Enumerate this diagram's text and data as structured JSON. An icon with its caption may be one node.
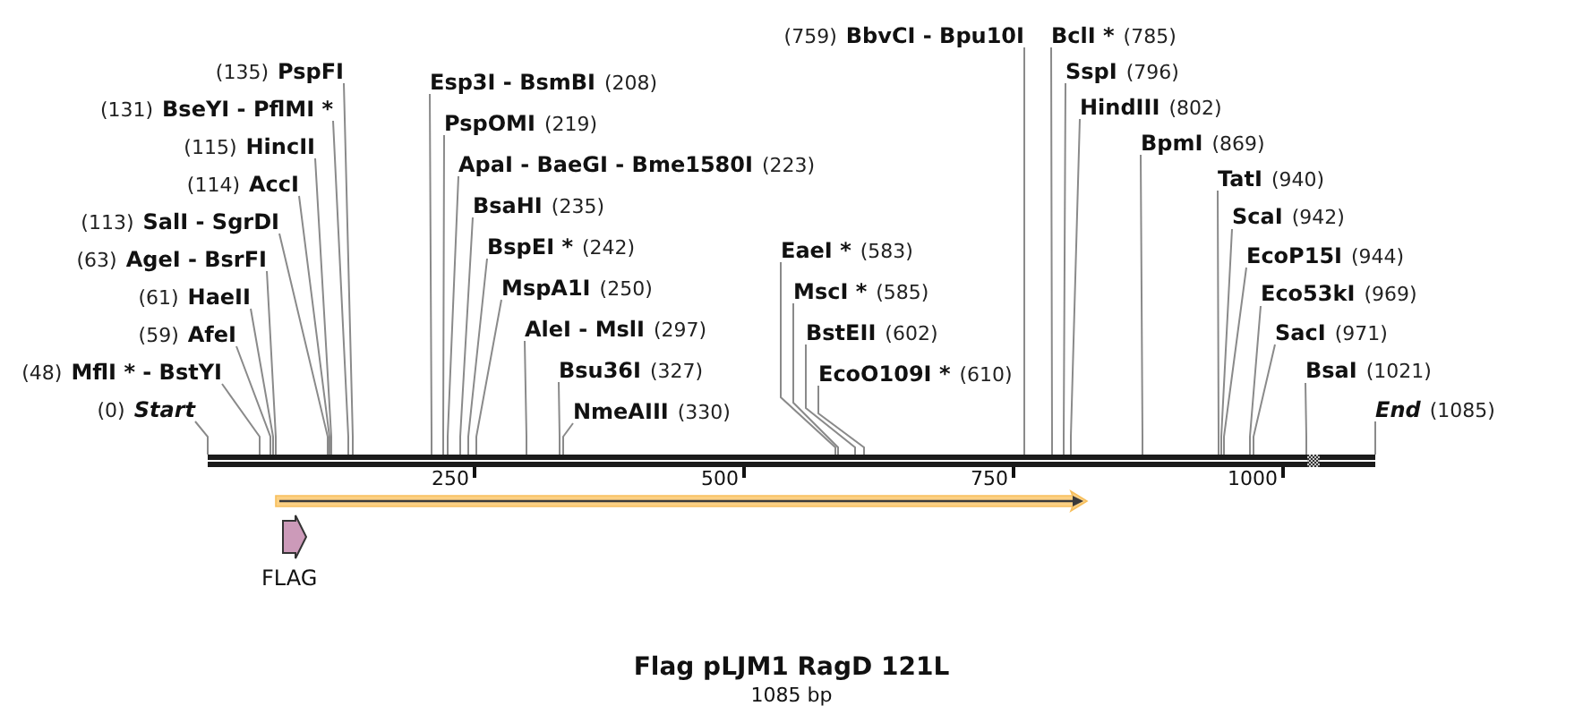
{
  "diagram": {
    "title": "Flag pLJM1 RagD 121L",
    "caption": "1085 bp",
    "nodes": [
      {
        "text": [
          "PspFI"
        ],
        "beside": [
          "(135)"
        ]
      },
      {
        "text": [
          "BseYI - PflMI *"
        ],
        "beside": [
          "(131)"
        ]
      },
      {
        "text": [
          "HincII"
        ],
        "beside": [
          "(115)"
        ]
      },
      {
        "text": [
          "AccI"
        ],
        "beside": [
          "(114)"
        ]
      },
      {
        "text": [
          "SalI - SgrDI"
        ],
        "beside": [
          "(113)"
        ]
      },
      {
        "text": [
          "AgeI - BsrFI"
        ],
        "beside": [
          "(63)"
        ]
      },
      {
        "text": [
          "HaeII"
        ],
        "beside": [
          "(61)"
        ]
      },
      {
        "text": [
          "AfeI"
        ],
        "beside": [
          "(59)"
        ]
      },
      {
        "text": [
          "MflI * - BstYI"
        ],
        "beside": [
          "(48)"
        ]
      },
      {
        "text": [
          "Start"
        ],
        "beside": [
          "(0)"
        ]
      },
      {
        "text": [
          "Esp3I - BsmBI"
        ],
        "beside": [
          "(208)"
        ]
      },
      {
        "text": [
          "PspOMI"
        ],
        "beside": [
          "(219)"
        ]
      },
      {
        "text": [
          "ApaI - BaeGI - Bme1580I"
        ],
        "beside": [
          "(223)"
        ]
      },
      {
        "text": [
          "BsaHI"
        ],
        "beside": [
          "(235)"
        ]
      },
      {
        "text": [
          "BspEI *"
        ],
        "beside": [
          "(242)"
        ]
      },
      {
        "text": [
          "MspA1I"
        ],
        "beside": [
          "(250)"
        ]
      },
      {
        "text": [
          "AleI - MslI"
        ],
        "beside": [
          "(297)"
        ]
      },
      {
        "text": [
          "Bsu36I"
        ],
        "beside": [
          "(327)"
        ]
      },
      {
        "text": [
          "NmeAIII"
        ],
        "beside": [
          "(330)"
        ]
      },
      {
        "text": [
          "EaeI *"
        ],
        "beside": [
          "(583)"
        ]
      },
      {
        "text": [
          "MscI *"
        ],
        "beside": [
          "(585)"
        ]
      },
      {
        "text": [
          "BstEII"
        ],
        "beside": [
          "(602)"
        ]
      },
      {
        "text": [
          "EcoO109I *"
        ],
        "beside": [
          "(610)"
        ]
      },
      {
        "text": [
          "BclI *"
        ],
        "beside": [
          "(785)"
        ]
      },
      {
        "text": [
          "SspI"
        ],
        "beside": [
          "(796)"
        ]
      },
      {
        "text": [
          "HindIII"
        ],
        "beside": [
          "(802)"
        ]
      },
      {
        "text": [
          "BpmI"
        ],
        "beside": [
          "(869)"
        ]
      },
      {
        "text": [
          "BbvCI - Bpu10I"
        ],
        "beside": [
          "(759)"
        ]
      },
      {
        "text": [
          "TatI"
        ],
        "beside": [
          "(940)"
        ]
      },
      {
        "text": [
          "ScaI"
        ],
        "beside": [
          "(942)"
        ]
      },
      {
        "text": [
          "EcoP15I"
        ],
        "beside": [
          "(944)"
        ]
      },
      {
        "text": [
          "Eco53kI"
        ],
        "beside": [
          "(969)"
        ]
      },
      {
        "text": [
          "SacI"
        ],
        "beside": [
          "(971)"
        ]
      },
      {
        "text": [
          "BsaI"
        ],
        "beside": [
          "(1021)"
        ]
      },
      {
        "text": [
          "End"
        ],
        "beside": [
          "(1085)"
        ]
      },
      {
        "text": [],
        "shape": "bar"
      },
      {
        "text": [],
        "shape": "arrow"
      },
      {
        "text": [
          "FLAG"
        ]
      }
    ],
    "edges": [
      {
        "from": 0,
        "to": 35,
        "arrow": "none"
      },
      {
        "from": 1,
        "to": 35,
        "arrow": "none"
      },
      {
        "from": 2,
        "to": 35,
        "arrow": "none"
      },
      {
        "from": 3,
        "to": 35,
        "arrow": "none"
      },
      {
        "from": 4,
        "to": 35,
        "arrow": "none"
      },
      {
        "from": 5,
        "to": 35,
        "arrow": "none"
      },
      {
        "from": 6,
        "to": 35,
        "arrow": "none"
      },
      {
        "from": 7,
        "to": 35,
        "arrow": "none"
      },
      {
        "from": 8,
        "to": 35,
        "arrow": "none"
      },
      {
        "from": 9,
        "to": 35,
        "arrow": "none"
      },
      {
        "from": 10,
        "to": 35,
        "arrow": "none"
      },
      {
        "from": 11,
        "to": 35,
        "arrow": "none"
      },
      {
        "from": 12,
        "to": 35,
        "arrow": "none"
      },
      {
        "from": 13,
        "to": 35,
        "arrow": "none"
      },
      {
        "from": 14,
        "to": 35,
        "arrow": "none"
      },
      {
        "from": 15,
        "to": 35,
        "arrow": "none"
      },
      {
        "from": 16,
        "to": 35,
        "arrow": "none"
      },
      {
        "from": 17,
        "to": 35,
        "arrow": "none"
      },
      {
        "from": 18,
        "to": 35,
        "arrow": "none"
      },
      {
        "from": 19,
        "to": 35,
        "arrow": "none"
      },
      {
        "from": 20,
        "to": 35,
        "arrow": "none"
      },
      {
        "from": 21,
        "to": 35,
        "arrow": "none"
      },
      {
        "from": 22,
        "to": 35,
        "arrow": "none"
      },
      {
        "from": 23,
        "to": 35,
        "arrow": "none"
      },
      {
        "from": 24,
        "to": 35,
        "arrow": "none"
      },
      {
        "from": 25,
        "to": 35,
        "arrow": "none"
      },
      {
        "from": 26,
        "to": 35,
        "arrow": "none"
      },
      {
        "from": 27,
        "to": 35,
        "arrow": "none"
      },
      {
        "from": 28,
        "to": 35,
        "arrow": "none"
      },
      {
        "from": 29,
        "to": 35,
        "arrow": "none"
      },
      {
        "from": 30,
        "to": 35,
        "arrow": "none"
      },
      {
        "from": 31,
        "to": 35,
        "arrow": "none"
      },
      {
        "from": 32,
        "to": 35,
        "arrow": "none"
      },
      {
        "from": 33,
        "to": 35,
        "arrow": "none"
      },
      {
        "from": 34,
        "to": 35,
        "arrow": "none"
      }
    ],
    "labels": [
      "250",
      "500",
      "750",
      "1000"
    ]
  }
}
